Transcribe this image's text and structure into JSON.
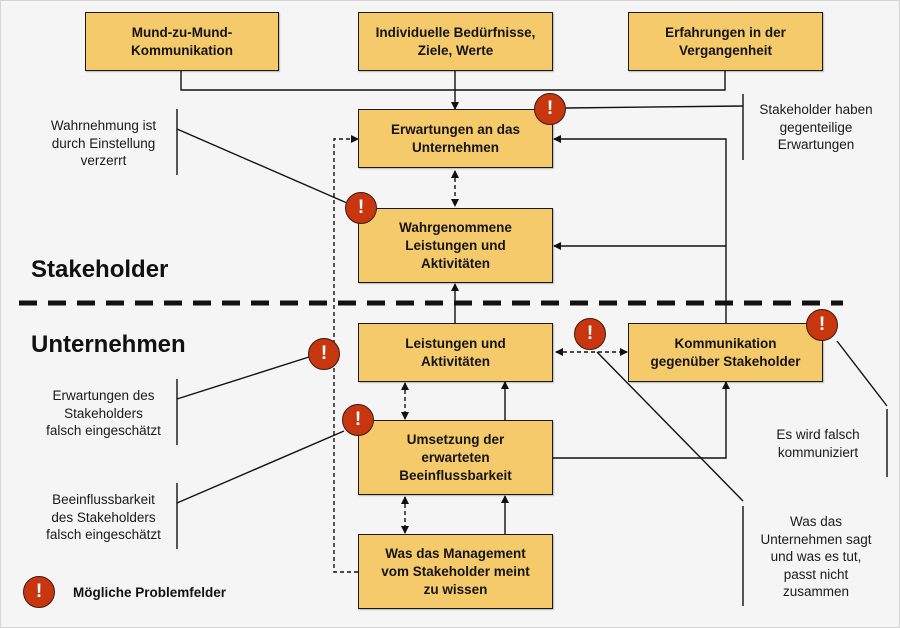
{
  "colors": {
    "box_fill": "#f5ca6a",
    "warning": "#c8360f",
    "background": "#f5f5f5",
    "line": "#111111"
  },
  "sections": {
    "top": "Stakeholder",
    "bottom": "Unternehmen"
  },
  "boxes": {
    "mund": "Mund-zu-Mund-\nKommunikation",
    "beduerfnisse": "Individuelle Bedürfnisse,\nZiele, Werte",
    "erfahrungen": "Erfahrungen in der\nVergangenheit",
    "erwartungen": "Erwartungen an das\nUnternehmen",
    "wahrgenommen": "Wahrgenommene\nLeistungen und\nAktivitäten",
    "leistungen": "Leistungen und\nAktivitäten",
    "kommunikation": "Kommunikation\ngegenüber Stakeholder",
    "umsetzung": "Umsetzung der\nerwarteten\nBeeinflussbarkeit",
    "management": "Was das Management\nvom Stakeholder meint\nzu wissen"
  },
  "notes": {
    "wahrnehmung": "Wahrnehmung ist\ndurch Einstellung\nverzerrt",
    "gegenteilig": "Stakeholder haben\ngegenteilige\nErwartungen",
    "erwartungen_falsch": "Erwartungen des\nStakeholders\nfalsch eingeschätzt",
    "beeinflussbarkeit_falsch": "Beeinflussbarkeit\ndes Stakeholders\nfalsch eingeschätzt",
    "falsch_kommuniziert": "Es wird falsch\nkommuniziert",
    "sagt_tut": "Was das\nUnternehmen sagt\nund was es tut,\npasst nicht\nzusammen"
  },
  "warning_symbol": "!",
  "legend": {
    "icon": "warning-icon",
    "label": "Mögliche Problemfelder"
  }
}
